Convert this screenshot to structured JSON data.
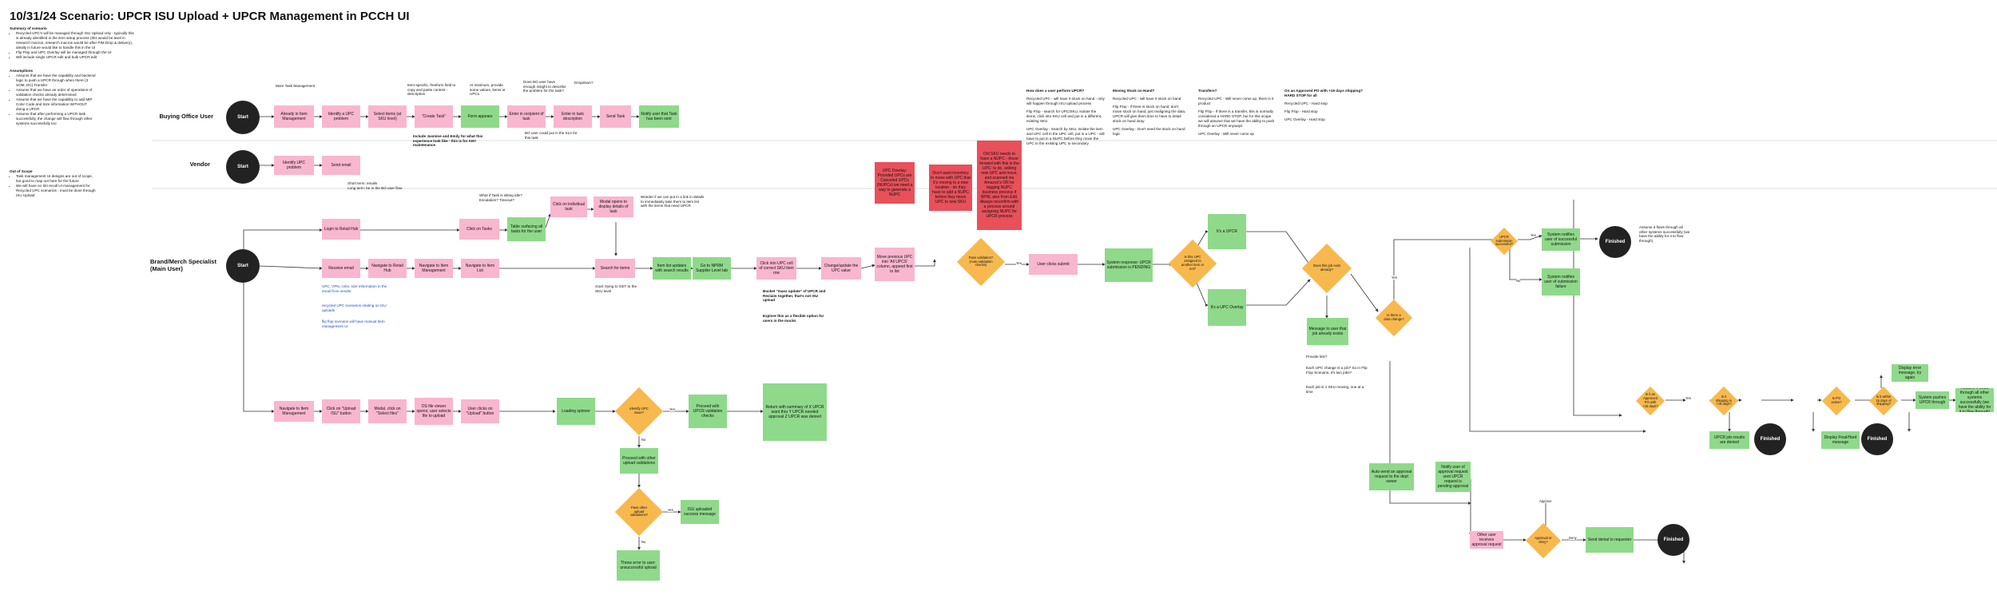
{
  "title": "10/31/24 Scenario: UPCR ISU Upload + UPCR Management in PCCH UI",
  "summary": {
    "heading": "Summary of scenario",
    "items": [
      "Recycled UPC's will be managed through ISU Upload only - typically this is already identified in the item setup process (this would be level in research macros, research macros would be after PIM Drop & delivery), ideally in future would like to handle this in the UI",
      "Flip Flop and UPC Overlay will be managed through the UI",
      "Will include single UPCR edit and bulk UPCR edit"
    ]
  },
  "assumptions": {
    "heading": "Assumptions",
    "items": [
      "Assume that we have the capability and backend logic to push a UPCR through when there (3 SOM, DC) Transfer",
      "Assume that we have an order of operations of validation checks already determined",
      "Assume that we have the capability to add MIP Color Code and Size information WITHOUT doing a UPCR",
      "Assume that after performing a UPCR task successfully, the change will flow through other systems successfully too"
    ]
  },
  "out_of_scope": {
    "heading": "Out of Scope",
    "items": [
      "Task management UI designs are out of scope, but good to map out here for the future",
      "We will have no Ski recall UI management for Recycled UPC scenarios - must be done through ISU Upload"
    ]
  },
  "lanes": {
    "buying": "Buying Office User",
    "vendor": "Vendor",
    "brand": "Brand/Merch Specialist (Main User)"
  },
  "start_label": "Start",
  "finished_label": "Finished",
  "buying_nodes": {
    "n1": "Already in Item Management",
    "n2": "Identify a UPC problem",
    "n3": "Select items (at SKU level)",
    "n4": "\"Create Task\"",
    "n5": "Form appears",
    "n6": "Enter in recipient of task",
    "n7": "Enter in task description",
    "n8": "Send Task",
    "n9": "Notify user that Task has been sent"
  },
  "buying_notes": {
    "more_task": "More Task Management",
    "item_specific": "Item-specific, freeform field to copy and paste content - description",
    "minimum": "At minimum, provide some values, items or UPCs",
    "bo_user": "Does BO user have enough insight to describe the problem for the task?",
    "dropdown": "Dropdown?",
    "jasmine": "Include Jasmine and Emily for what this experience look like - this is for ANY maintenance",
    "bo_send": "BO user could put in the SLA for this task"
  },
  "vendor_nodes": {
    "v1": "Identify UPC problem",
    "v2": "Send email"
  },
  "vendor_notes": {
    "short_term": "Short term: emails\nLong term: be in the BO user flow"
  },
  "brand_nodes": {
    "login": "Login to Retail Hub",
    "tasks": "Click on Tasks",
    "surfacing": "Table surfacing all tasks for the user",
    "individual": "Click on individual task",
    "modal": "Modal opens to display details of task",
    "receive": "Receive email",
    "nav_hub": "Navigate to Retail Hub",
    "nav_item": "Navigate to Item Management",
    "nav_list": "Navigate to Item List",
    "search": "Search for items",
    "item_list": "Item list updates with search results",
    "go_nprm": "Go to NPRM Supplier Level tab",
    "click_upc": "Click into UPC cell of correct SKU item row",
    "change": "Change/update the UPC value",
    "move_prev": "Move previous UPC into 'All UPCS' column, append first to list",
    "pass_val": "Pass validation? (Auto-validation checks)",
    "user_clicks": "User clicks submit",
    "sys_resp": "System response: UPCR submission is PENDING",
    "upc_assigned": "Is this UPC assigned to another item or not?",
    "its_upcr": "It's a UPCR",
    "its_overlay": "It's a UPC Overlay",
    "job_exists": "Does this job exist already?",
    "msg_exists": "Message to user that job already exists",
    "is_there": "Is there a data change?",
    "upcr_success": "UPCR submission successful?",
    "sys_notifies_success": "System notifies user of successful submission",
    "sys_notifies_failure": "System notifies user of submission failure",
    "nav_item2": "Navigate to Item Management",
    "upload_btn": "Click on \"Upload ISU\" button",
    "modal_select": "Modal, click on \"Select files\"",
    "os_viewer": "OS file viewer opens; user selects file to upload",
    "user_upload": "User clicks on \"Upload\" button",
    "loading": "Loading spinner",
    "identify": "Identify UPC issue?",
    "proceed_upcr": "Proceed with UPCR validation checks",
    "return_summary": "Return with summary of X UPCR want thru Y UPCR needed approval Z UPCR was denied",
    "proceed_other": "Proceed with other upload validations",
    "pass_other": "Pass other upload validations?",
    "isu_success": "ISU uploaded success message",
    "throw_error": "Throw error to user: unsuccessful upload",
    "auto_send": "Auto-send an approval request to the dept owner",
    "notify_approval": "Notify user of approval request sent UPCR request is pending approval",
    "other_user": "Other user receives approval request",
    "approval_q": "Approval or deny?",
    "send_denial": "Send denial to requester",
    "is_it_approved": "Is it an Approved PO with +15 days?",
    "is_ship": "Is it shipping in +15 days?",
    "in_po": "Is PO active?",
    "is_within": "Is it within 15 days of shipping?",
    "display_error": "Display error message, try again",
    "upcr_denied": "UPCR job results are denied",
    "display_final": "Display Final/Hard message",
    "system_pushes": "System pushes UPCR through",
    "assume_flows": "Assume it flows through all other systems successfully (we have the ability for it to flow through)"
  },
  "red_nodes": {
    "r1": "UPC Overlay: Provided UPCs are Canceled UPCs (NUPCs) we need a way to generate a NUPC",
    "r2": "Don't want inventory to move with UPC that it's moving to a new location - do they have to add a NUPC before they move UPC to new SKU",
    "r3": "Old SKU needs to have a NUPC - those forward with this in the UPC: to do, adding new UPC and move, and scanned via Amazon's OR for tagging NUPC business process if NPRL also from Edit. Always reconfirm with a process around assigning NUPC for UPCR process"
  },
  "brand_notes": {
    "what_if": "What if Task is sitting idle? Escalation? Timeout?",
    "wonder": "Wonder if we can put in a link in details to immediately take them to item list with the items that need UPCR",
    "upc_vpn": "UPC, VPN, color, size information in the email from vendor",
    "recycled": "recycled UPC scenarios relating on ISU uploads",
    "flip": "flip flop scenario will have manual Item management UI",
    "goal": "Goal: trying to GET to the SKU level",
    "bucket": "Bucket \"mass update\" of UPCR and Reclaim together, that's not ISU upload",
    "explore": "Explore this as a flexible option for users in the mocks",
    "provide_link": "Provide link?",
    "each_upc": "Each UPC change is a job? So in Flip Flop Scenario, it's two jobs?",
    "each_job": "Each job is 1 SKU moving, one at a time"
  },
  "questions": {
    "q1": {
      "heading": "How does a user perform UPCR?",
      "recycled": "Recycled UPC - will have 0 stock on hand - only will happen through ISU upload process",
      "flip": "Flip Flop - search for UPC/SKU, isolate the items, click into SKU cell and put in a different, existing SKU",
      "overlay": "UPC Overlay - Search by SKU, isolate the item and UPC cell in the UPC cell, put in a UPC - will have to put in a NUPC before they move the UPC to the existing UPC to secondary"
    },
    "q2": {
      "heading": "Moving Stock on Hand?",
      "recycled": "Recycled UPC - will have 0 stock on hand",
      "flip": "Flip Flop - if there is stock on hand, don't move stock on hand, just realigning the data, UPCR will give them time to have to detail stock on hand okay",
      "overlay": "UPC Overlay - Don't need the stock on hand logic"
    },
    "q3": {
      "heading": "Transfers?",
      "recycled": "Recycled UPC - Will never come up, there is 0 product",
      "flip": "Flip Flop - If there is a transfer, this is normally considered a HARD STOP, but for this scope we will assume that we have the ability to push through an UPCR anyways",
      "overlay": "UPC Overlay - Will never come up"
    },
    "q4": {
      "heading": "On an Approved PO with +15 days shipping? HARD STOP for all",
      "recycled": "Recycled UPC - Hard stop",
      "flip": "Flip Flop - Hard stop",
      "overlay": "UPC Overlay - Hard stop"
    }
  },
  "edge_labels": {
    "yes": "Yes",
    "no": "No",
    "approve": "Approve",
    "deny": "Deny"
  }
}
